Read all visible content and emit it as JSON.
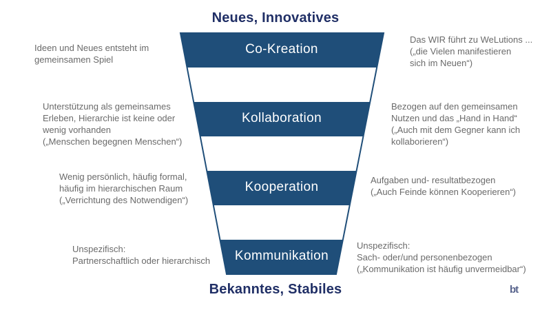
{
  "slide": {
    "title_top": "Neues, Innovatives",
    "title_bottom": "Bekanntes, Stabiles",
    "logo_text": "bt"
  },
  "colors": {
    "background": "#ffffff",
    "funnel_fill": "#1f4e79",
    "title_text": "#202f66",
    "annotation_text": "#6a6a6a",
    "band_label_text": "#ffffff"
  },
  "funnel": {
    "levels": [
      {
        "label": "Co-Kreation",
        "left_note": "Ideen und Neues entsteht im\ngemeinsamen Spiel",
        "right_note": "Das WIR führt zu WeLutions ...\n(„die Vielen manifestieren\nsich im Neuen“)"
      },
      {
        "label": "Kollaboration",
        "left_note": "Unterstützung als gemeinsames\nErleben, Hierarchie ist keine oder\nwenig vorhanden\n(„Menschen begegnen Menschen“)",
        "right_note": "Bezogen auf den gemeinsamen\nNutzen und das „Hand in Hand“\n(„Auch mit dem Gegner kann ich\nkollaborieren“)"
      },
      {
        "label": "Kooperation",
        "left_note": "Wenig persönlich, häufig formal,\nhäufig im hierarchischen Raum\n(„Verrichtung des Notwendigen“)",
        "right_note": "Aufgaben und- resultatbezogen\n(„Auch Feinde können Kooperieren“)"
      },
      {
        "label": "Kommunikation",
        "left_note": "Unspezifisch:\nPartnerschaftlich oder hierarchisch",
        "right_note": "Unspezifisch:\nSach- oder/und personenbezogen\n(„Kommunikation ist häufig unvermeidbar“)"
      }
    ]
  }
}
